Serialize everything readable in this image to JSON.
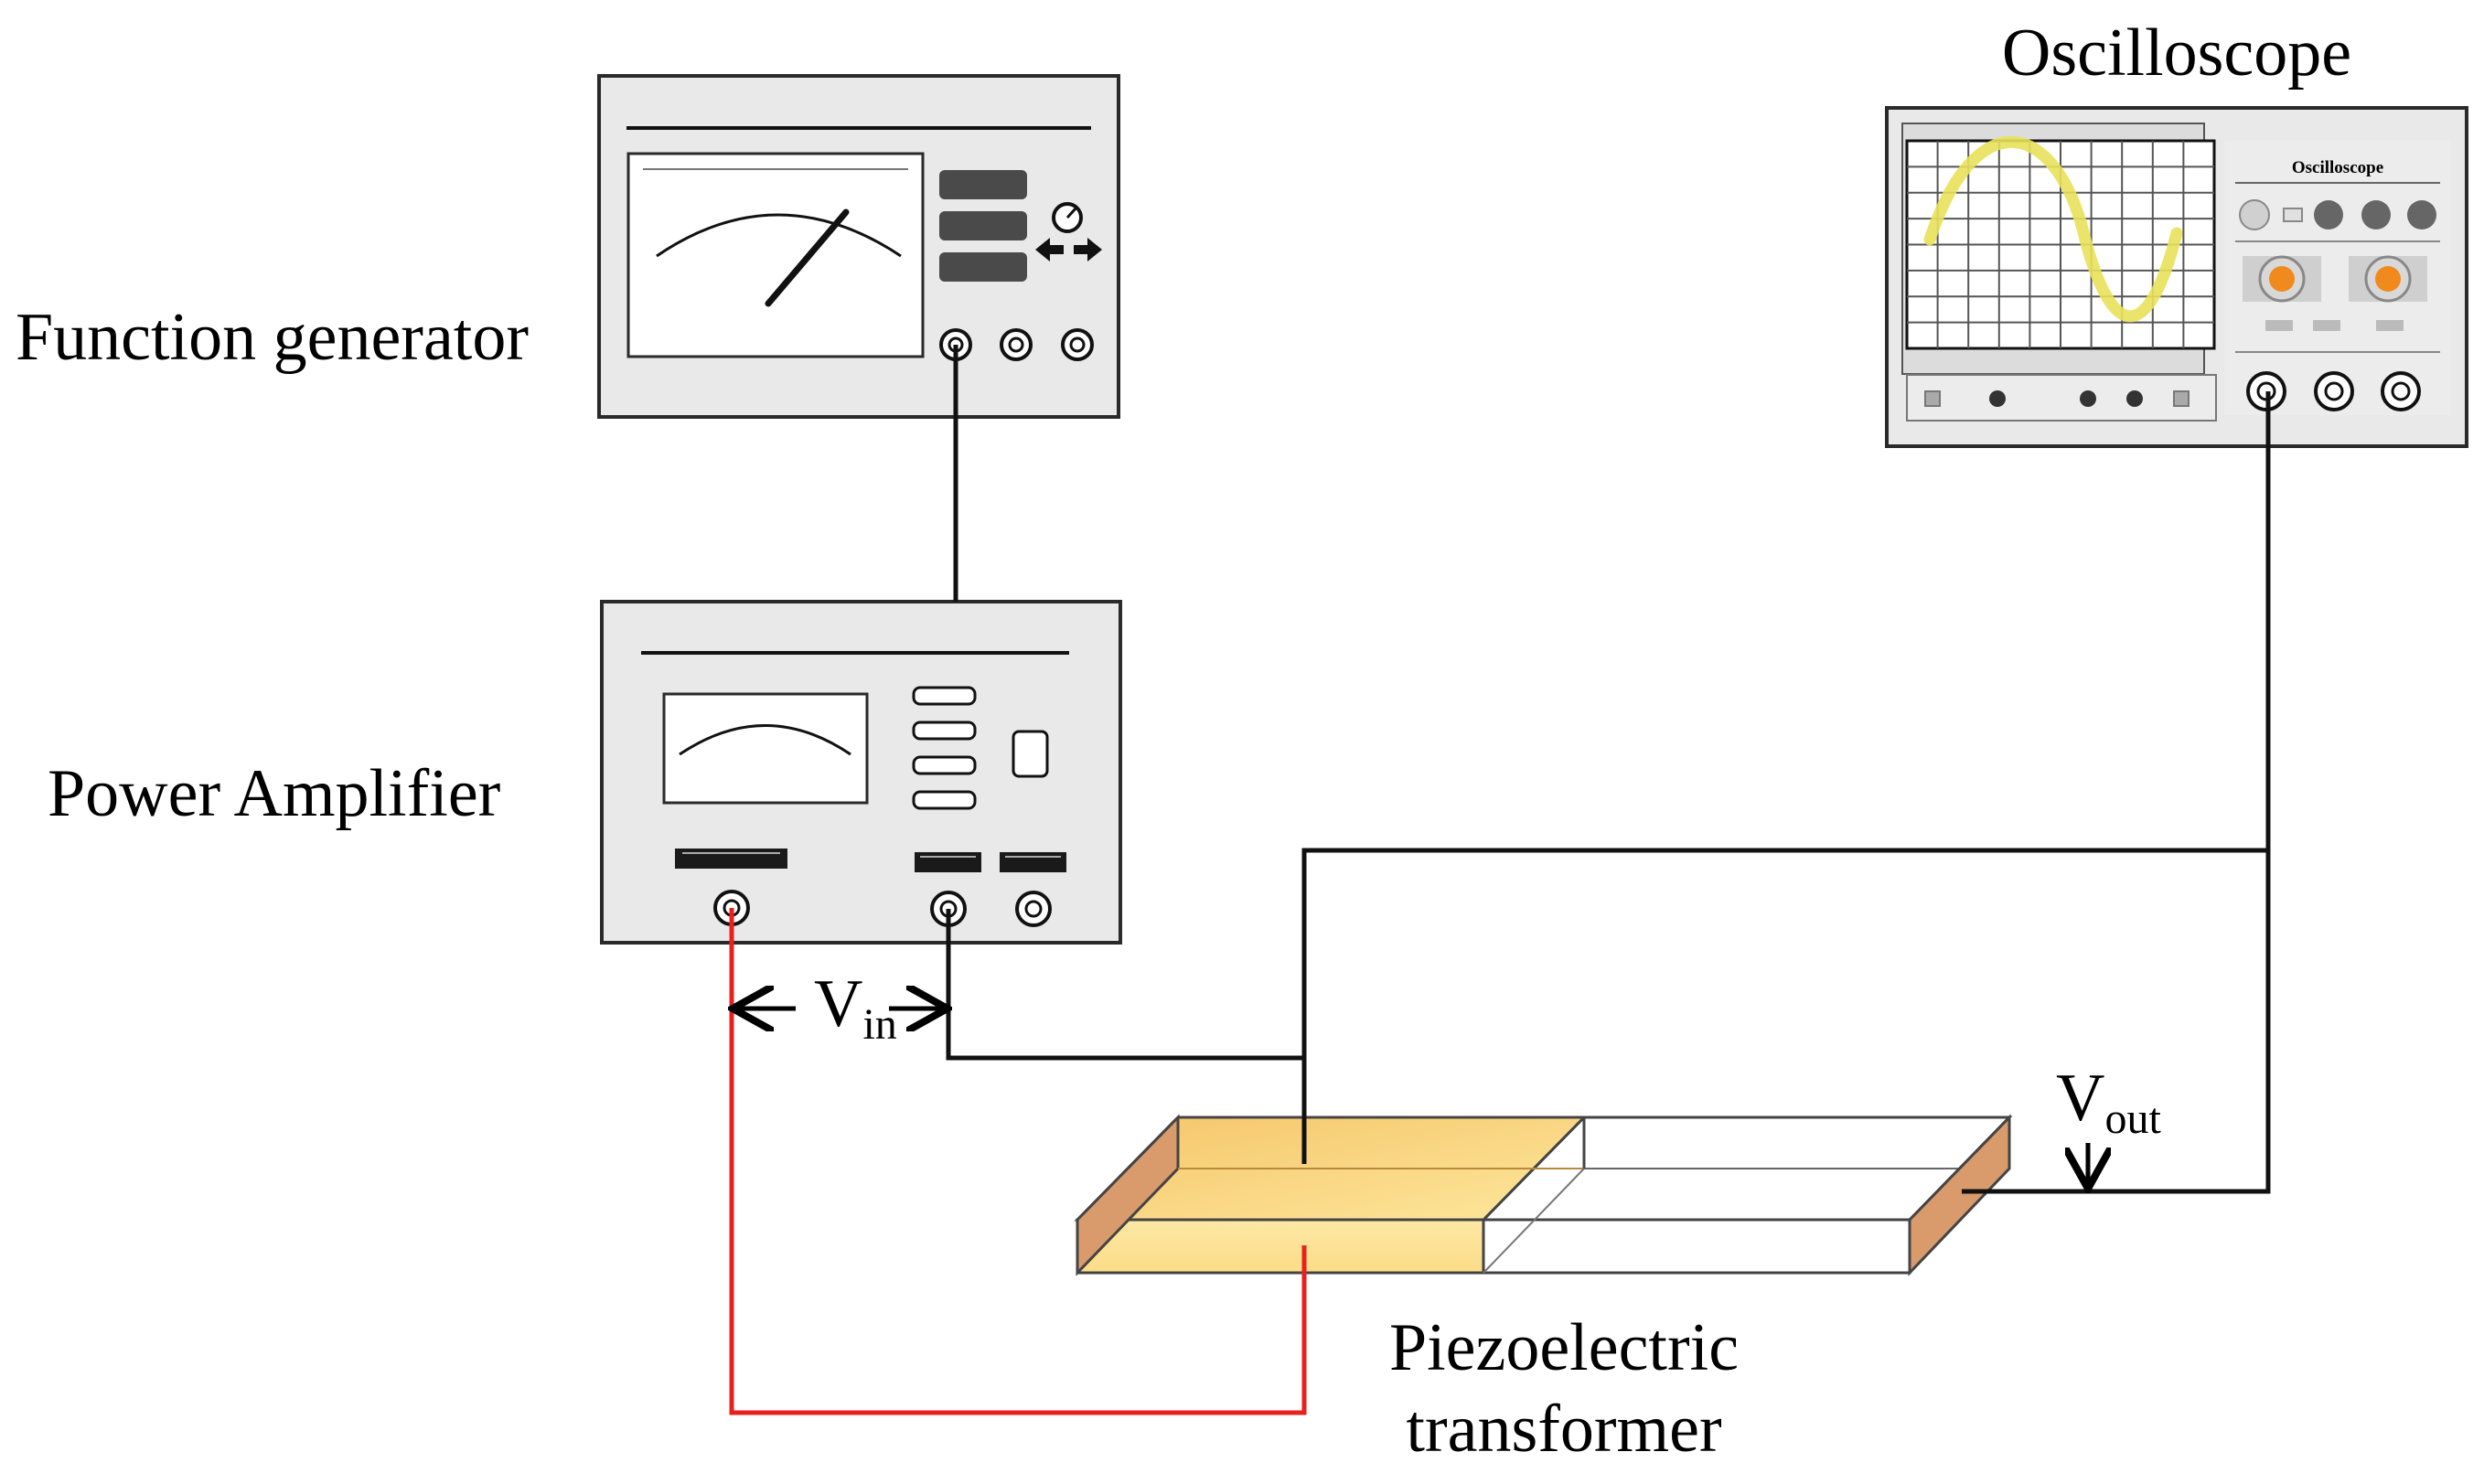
{
  "labels": {
    "function_generator": "Function generator",
    "power_amplifier": "Power Amplifier",
    "oscilloscope_title": "Oscilloscope",
    "oscilloscope_panel": "Oscilloscope",
    "piezo_line1": "Piezoelectric",
    "piezo_line2": "transformer",
    "vin_main": "V",
    "vin_sub": "in",
    "vout_main": "V",
    "vout_sub": "out"
  },
  "colors": {
    "wire_black": "#111111",
    "wire_red": "#e8201e",
    "device_frame": "#e9e9e9",
    "piezo_fill": "#fbdf8c",
    "piezo_end": "#d99a6c",
    "scope_trace": "#e8e25a",
    "knob_orange": "#f08a1c"
  }
}
